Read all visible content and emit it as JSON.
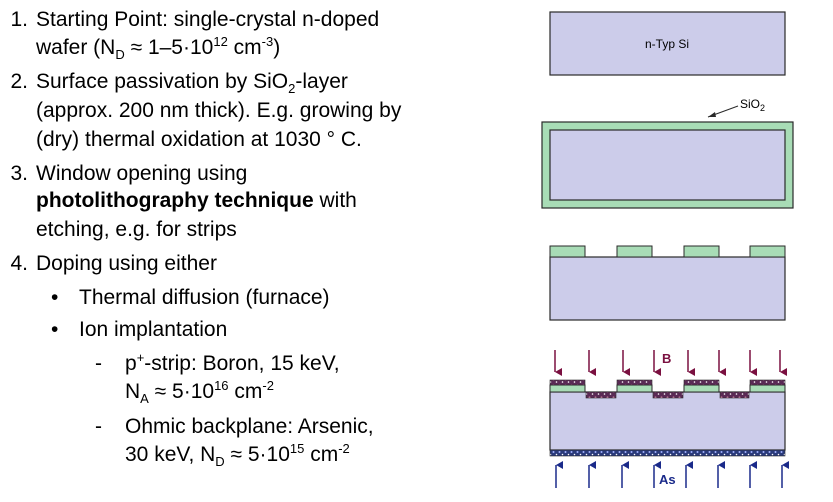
{
  "steps": [
    {
      "number": "1.",
      "line1": "Starting Point: single-crystal n-doped",
      "line2_prefix": "wafer (N",
      "line2_sub": "D",
      "line2_mid": " ≈ 1–5·10",
      "line2_sup": "12",
      "line2_unit": " cm",
      "line2_unit_sup": "-3",
      "line2_end": ")"
    },
    {
      "number": "2.",
      "line1_prefix": "Surface passivation by SiO",
      "line1_sub": "2",
      "line1_suffix": "-layer",
      "line2": "(approx. 200 nm thick). E.g. growing by",
      "line3": "(dry) thermal oxidation at 1030 ° C."
    },
    {
      "number": "3.",
      "line1": "Window opening using",
      "line2_bold": "photolithography technique",
      "line2_rest": " with",
      "line3": "etching, e.g. for strips"
    },
    {
      "number": "4.",
      "line1": "Doping using either",
      "bullets": [
        "Thermal diffusion (furnace)",
        "Ion implantation"
      ],
      "sub_items": [
        {
          "line1_prefix": "p",
          "line1_sup": "+",
          "line1_rest": "-strip: Boron, 15 keV,",
          "line2_prefix": "N",
          "line2_sub": "A",
          "line2_mid": " ≈ 5·10",
          "line2_sup": "16",
          "line2_unit": " cm",
          "line2_unit_sup": "-2"
        },
        {
          "line1": "Ohmic backplane: Arsenic,",
          "line2_prefix": "30 keV, N",
          "line2_sub": "D",
          "line2_mid": " ≈ 5·10",
          "line2_sup": "15",
          "line2_unit": " cm",
          "line2_unit_sup": "-2"
        }
      ]
    }
  ],
  "bullet_symbol": "•",
  "dash_symbol": "-",
  "diagram": {
    "wafer_label": "n-Typ Si",
    "oxide_label_prefix": "SiO",
    "oxide_label_sub": "2",
    "boron_label": "B",
    "arsenic_label": "As",
    "colors": {
      "silicon": "#ccccea",
      "oxide": "#a8dcb6",
      "outline": "#2a2a2a",
      "boron_arrow": "#7a1040",
      "arsenic_arrow": "#1a2a8a",
      "implant_dark": "#4a2a5a"
    }
  }
}
